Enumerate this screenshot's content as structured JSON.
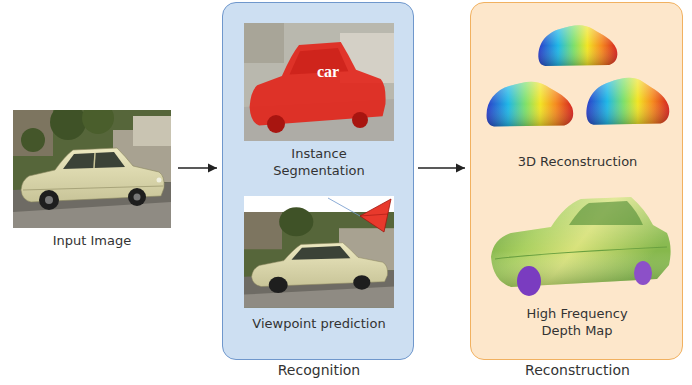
{
  "diagram": {
    "nodes": [
      {
        "text": [
          "Input Image"
        ]
      },
      {
        "text": [
          "Recognition"
        ]
      },
      {
        "text": [
          "car",
          "Instance Segmentation"
        ],
        "in": 1
      },
      {
        "text": [
          "Viewpoint prediction"
        ],
        "in": 1
      },
      {
        "text": [
          "Reconstruction"
        ]
      },
      {
        "text": [
          "3D Reconstruction"
        ],
        "in": 4
      },
      {
        "text": [
          "High Frequency Depth Map"
        ],
        "in": 4
      }
    ],
    "edges": [
      {
        "from": 0,
        "to": 1,
        "arrow": "to"
      },
      {
        "from": 1,
        "to": 4,
        "arrow": "to"
      }
    ]
  }
}
